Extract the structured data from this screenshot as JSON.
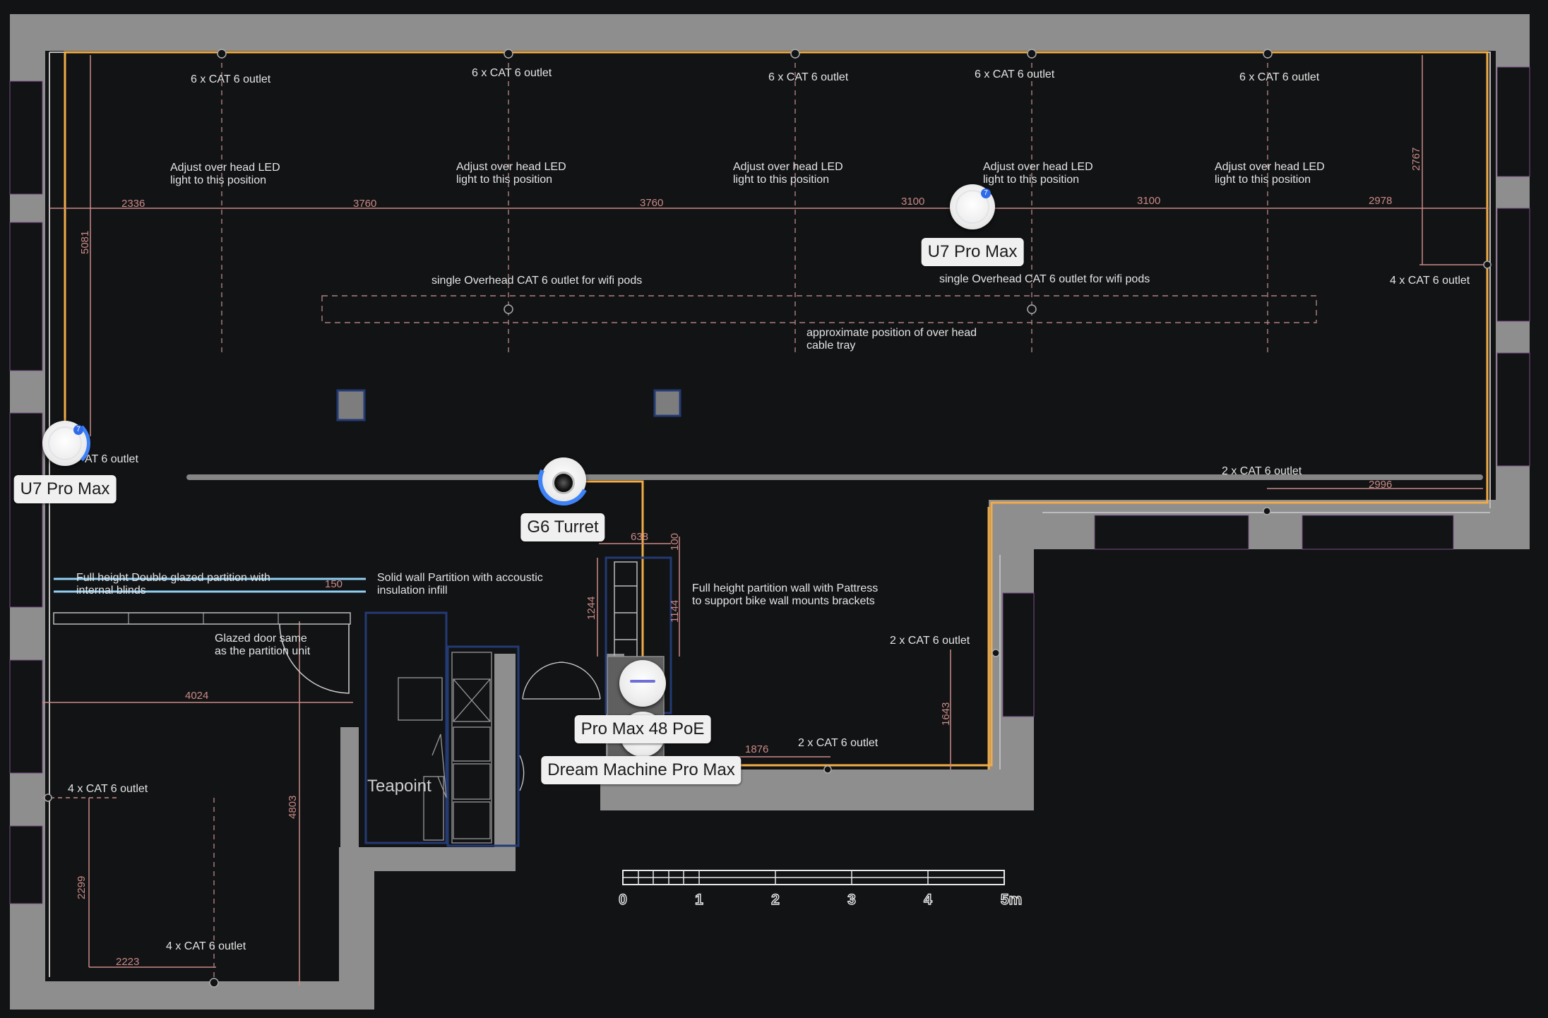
{
  "outlets": {
    "six_a": "6 x CAT 6 outlet",
    "six_b": "6 x  CAT 6 outlet",
    "six_c": "6 x  CAT 6 outlet",
    "six_d": "6 x  CAT 6 outlet",
    "six_e": "6 x  CAT 6 outlet",
    "four_right": "4 x  CAT 6 outlet",
    "left_partial": "AT 6 outlet",
    "two_right": "2 x  CAT 6 outlet",
    "two_mid": "2 x  CAT 6 outlet",
    "two_bottom": "2 x  CAT 6 outlet",
    "four_left": "4 x  CAT 6 outlet",
    "four_bottom": "4 x  CAT 6 outlet"
  },
  "notes": {
    "led_line1": "Adjust over head LED",
    "led_line2": "light to this position",
    "wifi_pods": "single Overhead CAT 6 outlet for wifi pods",
    "tray_line1": "approximate position of over head",
    "tray_line2": "cable tray",
    "glazed_line1": "Full height Double glazed partition with",
    "glazed_line2": "internal blinds",
    "solid_line1": "Solid wall Partition with accoustic",
    "solid_line2": "insulation infill",
    "door_line1": "Glazed door same",
    "door_line2": "as the partition unit",
    "bike_line1": "Full height partition wall with Pattress",
    "bike_line2": "to support bike wall mounts brackets",
    "room": "Teapoint"
  },
  "dimensions": {
    "d2336": "2336",
    "d3760a": "3760",
    "d3760b": "3760",
    "d3100a": "3100",
    "d3100b": "3100",
    "d2978": "2978",
    "d2767": "2767",
    "d5081": "5081",
    "d2996": "2996",
    "d638": "638",
    "d100": "100",
    "d150": "150",
    "d1244": "1244",
    "d1144": "1144",
    "d4024": "4024",
    "d4803": "4803",
    "d1876": "1876",
    "d1643": "1643",
    "d2299": "2299",
    "d2223": "2223"
  },
  "scale": {
    "ticks": [
      "0",
      "1",
      "2",
      "3",
      "4",
      "5m"
    ]
  },
  "devices": {
    "ap_top": {
      "label": "U7 Pro Max",
      "icon": "access-point-icon",
      "badge": "7"
    },
    "ap_left": {
      "label": "U7 Pro Max",
      "icon": "access-point-icon",
      "badge": "7"
    },
    "camera": {
      "label": "G6 Turret",
      "icon": "camera-icon"
    },
    "switch": {
      "label": "Pro Max 48 PoE",
      "icon": "switch-icon"
    },
    "gateway": {
      "label": "Dream Machine Pro Max",
      "icon": "gateway-icon"
    }
  },
  "colors": {
    "background": "#121315",
    "wall": "#8e8e8e",
    "cable": "#f0ac47",
    "glazed_partition": "#8fd0f5",
    "partition_outline": "#233a73",
    "dimension": "#c98a86",
    "ap_accent": "#3e82f7"
  }
}
